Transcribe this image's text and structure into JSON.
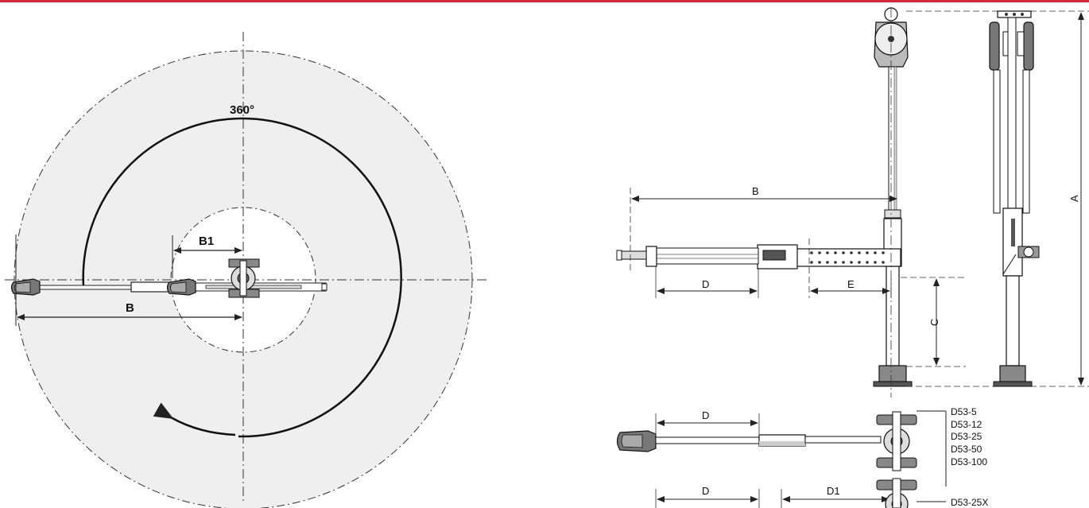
{
  "colors": {
    "accent_bar": "#d3293a",
    "sweep_area": "#efefef",
    "line": "#222222"
  },
  "left_view": {
    "rotation_label": "360°",
    "dim_b1": "B1",
    "dim_b": "B"
  },
  "side_view": {
    "dim_a": "A",
    "dim_b": "B",
    "dim_c": "C",
    "dim_d": "D",
    "dim_e": "E"
  },
  "bottom_view_1": {
    "dim_d": "D",
    "models": [
      "D53-5",
      "D53-12",
      "D53-25",
      "D53-50",
      "D53-100"
    ]
  },
  "bottom_view_2": {
    "dim_d": "D",
    "dim_d1": "D1",
    "model": "D53-25X"
  }
}
